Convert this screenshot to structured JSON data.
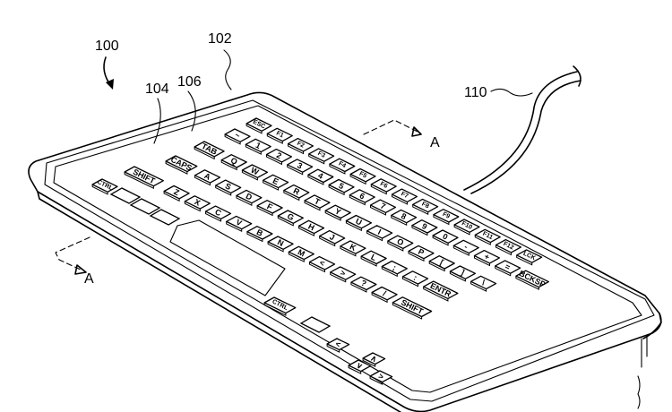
{
  "figure": {
    "reference_numerals": {
      "device": "100",
      "housing": "102",
      "display_surface": "104",
      "keys": "106",
      "cable": "110"
    },
    "section_labels": {
      "upper": "A",
      "lower": "A"
    },
    "keyboard": {
      "function_row": [
        "ESC",
        "F1",
        "F2",
        "F3",
        "F4",
        "F5",
        "F6",
        "F7",
        "F8",
        "F9",
        "F10",
        "F11",
        "F12",
        "LCK"
      ],
      "number_row": [
        "~",
        "1",
        "2",
        "3",
        "4",
        "5",
        "6",
        "7",
        "8",
        "9",
        "0",
        "-",
        "+",
        "=",
        "BCKSP"
      ],
      "top_letter_row": [
        "TAB",
        "Q",
        "W",
        "E",
        "R",
        "T",
        "Y",
        "U",
        "I",
        "O",
        "P",
        "[",
        "]",
        "\\"
      ],
      "home_row": [
        "CAPS",
        "A",
        "S",
        "D",
        "F",
        "G",
        "H",
        "J",
        "K",
        "L",
        ";",
        ":",
        "ENTR"
      ],
      "bottom_letter_row": [
        "SHIFT",
        "Z",
        "X",
        "C",
        "V",
        "B",
        "N",
        "M",
        "<",
        ">",
        "?",
        "/",
        "SHIFT"
      ],
      "modifier_keys": [
        "CTRL",
        "CTRL"
      ],
      "arrow_keys": [
        "<",
        "∧",
        "∨",
        ">"
      ]
    }
  }
}
